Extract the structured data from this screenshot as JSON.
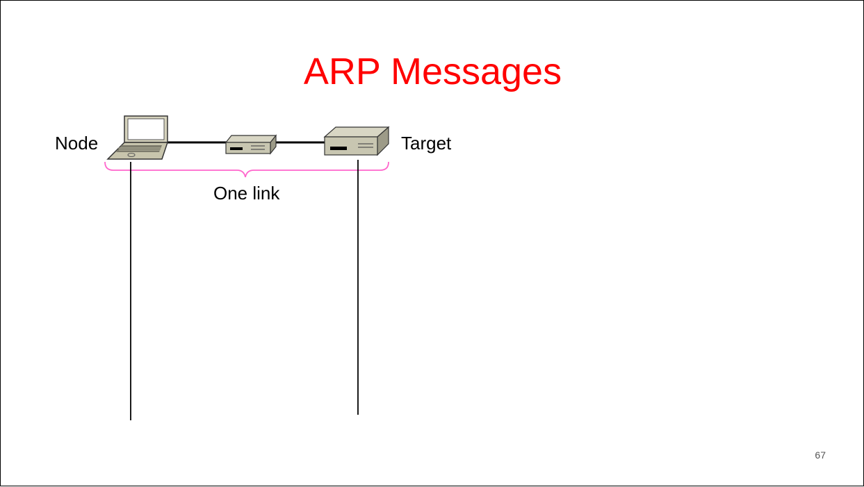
{
  "slide": {
    "title": "ARP Messages",
    "title_color": "#ff0000",
    "page_number": "67"
  },
  "diagram": {
    "nodes": [
      {
        "id": "node",
        "label": "Node",
        "icon": "laptop-icon"
      },
      {
        "id": "switch",
        "label": "",
        "icon": "switch-icon"
      },
      {
        "id": "target",
        "label": "Target",
        "icon": "router-icon"
      }
    ],
    "links": [
      {
        "from": "node",
        "to": "switch"
      },
      {
        "from": "switch",
        "to": "target"
      }
    ],
    "brace": {
      "label": "One link",
      "color": "#ff66cc",
      "spans": [
        "node",
        "target"
      ]
    },
    "timelines": [
      "node",
      "target"
    ]
  }
}
